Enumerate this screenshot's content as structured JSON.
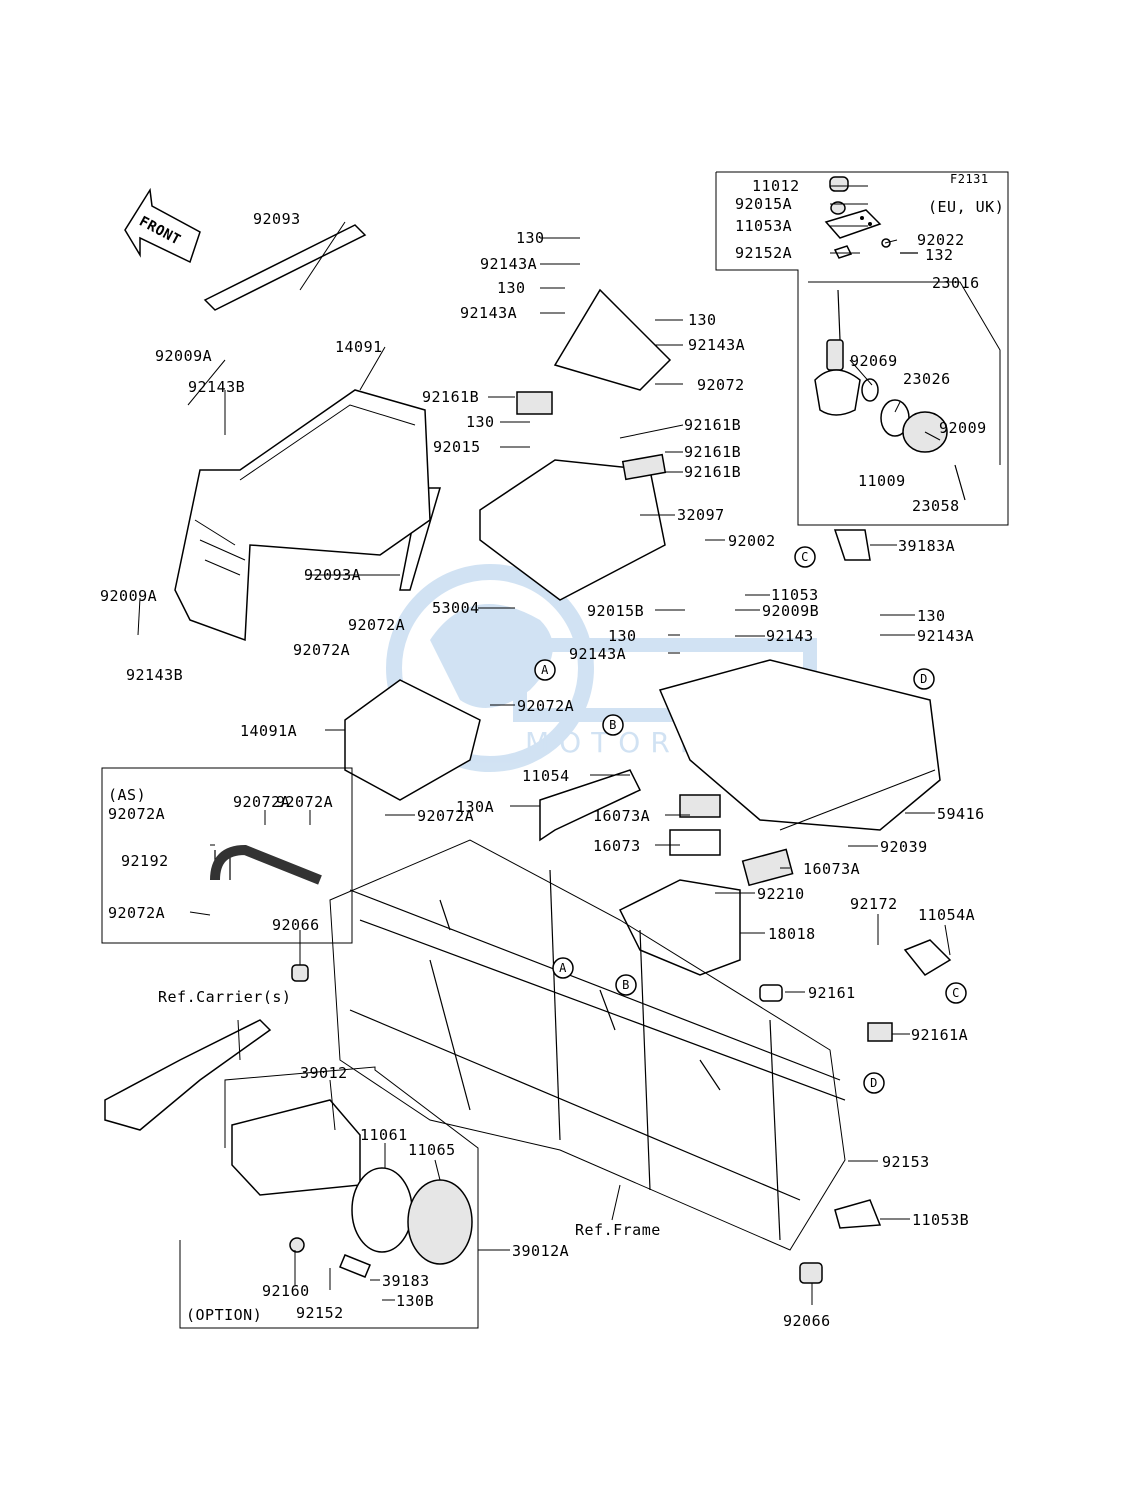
{
  "diagram": {
    "code": "F2131",
    "front_label": "FRONT",
    "region_label": "(EU, UK)",
    "as_label": "(AS)",
    "option_label": "(OPTION)",
    "ref_carrier": "Ref.Carrier(s)",
    "ref_frame": "Ref.Frame",
    "watermark": "MOTORPARTS",
    "ref_markers": [
      "A",
      "B",
      "C",
      "D"
    ],
    "part_labels": [
      "92093",
      "14091",
      "92009A",
      "92143B",
      "92093A",
      "92009A",
      "92143B",
      "130",
      "92143A",
      "130",
      "92143A",
      "130",
      "92143A",
      "92072",
      "92161B",
      "130",
      "92015",
      "92161B",
      "92161B",
      "92161B",
      "32097",
      "53004",
      "11012",
      "92015A",
      "11053A",
      "92022",
      "132",
      "92152A",
      "23016",
      "92069",
      "23026",
      "92009",
      "11009",
      "23058",
      "39183A",
      "92002",
      "11053",
      "92015B",
      "92009B",
      "130",
      "92143",
      "92143A",
      "130",
      "92143A",
      "92072A",
      "92072A",
      "92072A",
      "14091A",
      "92072A",
      "11054",
      "130A",
      "16073A",
      "16073",
      "16073A",
      "59416",
      "92039",
      "92072A",
      "92072A",
      "92072A",
      "92192",
      "92072A",
      "92066",
      "92210",
      "18018",
      "92172",
      "11054A",
      "92161",
      "92161A",
      "39012",
      "11061",
      "11065",
      "39012A",
      "39183",
      "130B",
      "92160",
      "92152",
      "92153",
      "11053B",
      "92066"
    ]
  }
}
